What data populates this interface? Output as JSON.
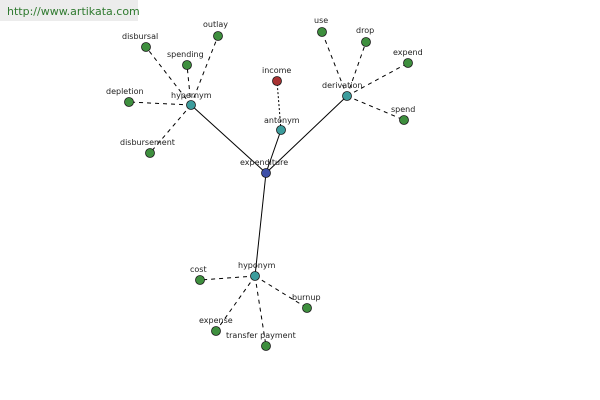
{
  "site_link": "http://www.artikata.com",
  "colors": {
    "center": "#3d4fa8",
    "relation": "#3c9c9c",
    "term": "#3e8f3e",
    "antonym_term": "#a83232"
  },
  "nodes": {
    "center": "expenditure",
    "hypernym": "hypernym",
    "derivation": "derivation",
    "antonym": "antonym",
    "hyponym": "hyponym",
    "income": "income",
    "disbursal": "disbursal",
    "outlay": "outlay",
    "spending": "spending",
    "depletion": "depletion",
    "disbursement": "disbursement",
    "use": "use",
    "drop": "drop",
    "expend": "expend",
    "spend": "spend",
    "cost": "cost",
    "burnup": "burnup",
    "expense": "expense",
    "transfer_payment": "transfer payment"
  }
}
